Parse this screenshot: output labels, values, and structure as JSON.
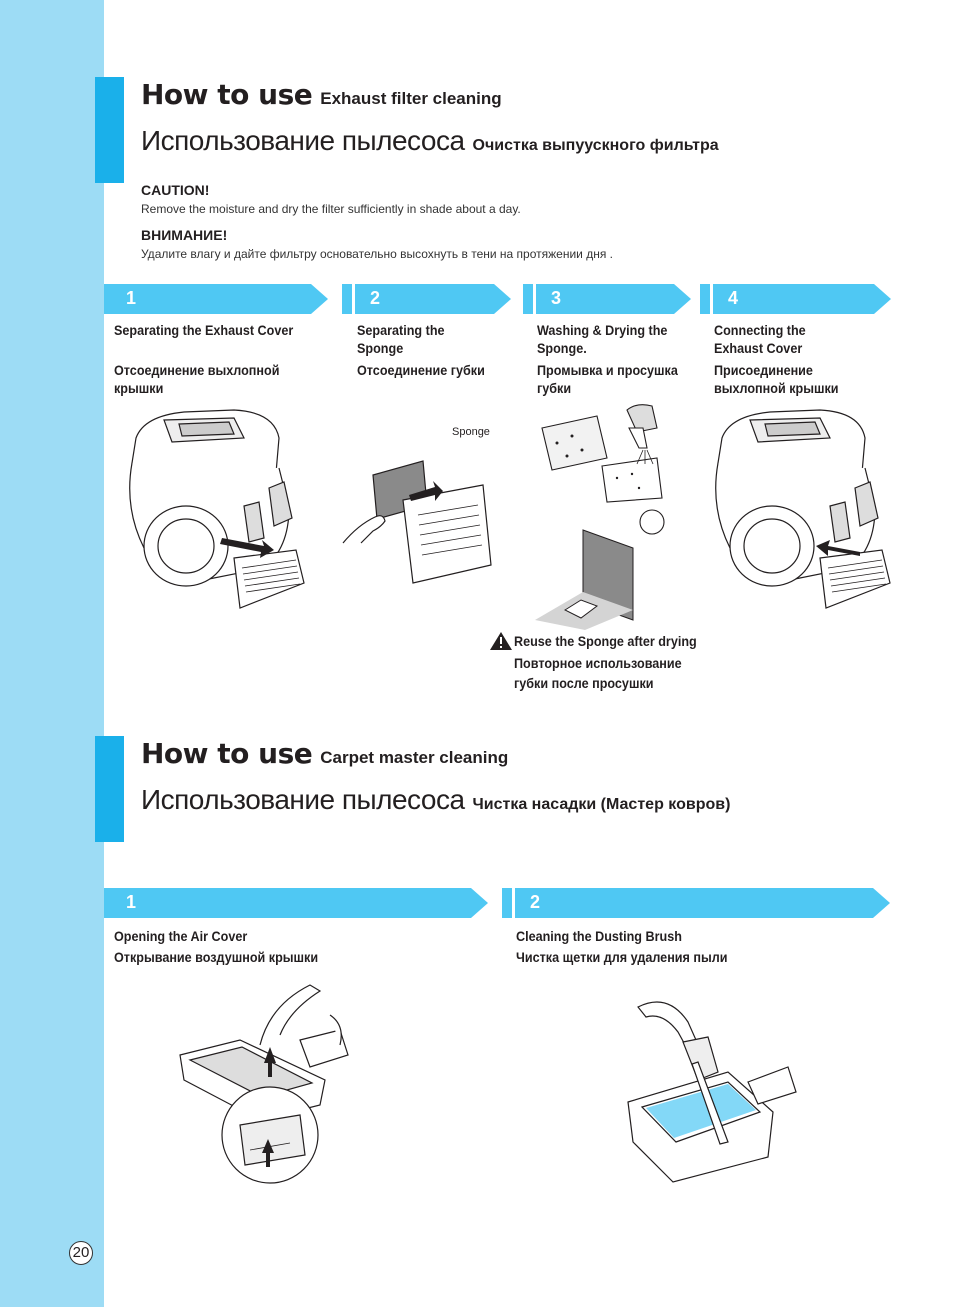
{
  "colors": {
    "side_bar": "#9ddcf5",
    "title_block": "#1ab0ea",
    "step_bar": "#4fc8f3",
    "text": "#231f20"
  },
  "section1": {
    "title_en": "How to use",
    "subtitle_en": "Exhaust filter cleaning",
    "title_ru": "Использование пылесоса",
    "subtitle_ru": "Очистка выпуускного фильтра",
    "caution_en_head": "CAUTION!",
    "caution_en_text": "Remove the moisture and dry the filter sufficiently in shade about a day.",
    "caution_ru_head": "ВНИМАНИЕ!",
    "caution_ru_text": "Удалите влагу и дайте фильтру основательно высохнуть в тени на протяжении дня .",
    "steps": [
      {
        "num": "1",
        "en": "Separating the Exhaust Cover",
        "ru": "Отсоединение выхлопной крышки"
      },
      {
        "num": "2",
        "en": "Separating the Sponge",
        "ru": "Отсоединение губки"
      },
      {
        "num": "3",
        "en": "Washing & Drying the Sponge.",
        "ru": "Промывка и просушка губки"
      },
      {
        "num": "4",
        "en": "Connecting the Exhaust Cover",
        "ru": "Присоединение выхлопной крышки"
      }
    ],
    "sponge_label": "Sponge",
    "reuse_en": "Reuse the Sponge after drying",
    "reuse_ru_1": "Повторное использование",
    "reuse_ru_2": "губки после просушки"
  },
  "section2": {
    "title_en": "How to use",
    "subtitle_en": "Carpet master cleaning",
    "title_ru": "Использование пылесоса",
    "subtitle_ru": "Чистка насадки (Мастер ковров)",
    "steps": [
      {
        "num": "1",
        "en": "Opening the Air Cover",
        "ru": "Открывание воздушной крышки"
      },
      {
        "num": "2",
        "en": "Cleaning the Dusting Brush",
        "ru": "Чистка щетки для удаления пыли"
      }
    ]
  },
  "page_number": "20",
  "icons": [
    "warning-icon",
    "sun-icon",
    "faucet-icon",
    "vacuum-icon",
    "hand-icon",
    "brush-icon"
  ]
}
